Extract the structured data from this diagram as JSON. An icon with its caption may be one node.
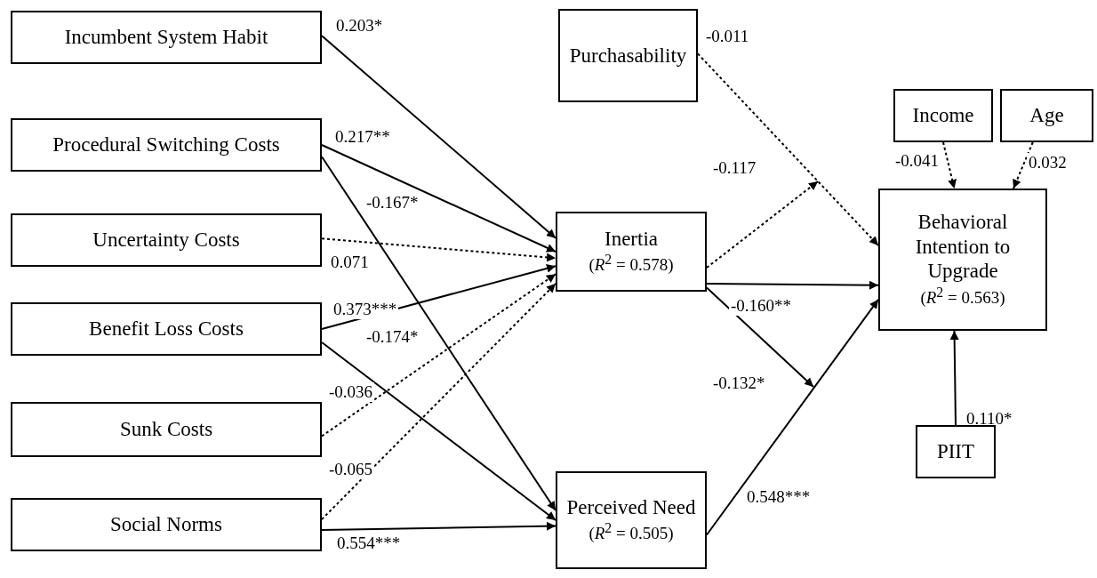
{
  "diagram": {
    "nodes": [
      {
        "text": [
          "Incumbent System Habit"
        ]
      },
      {
        "text": [
          "Procedural Switching Costs"
        ]
      },
      {
        "text": [
          "Uncertainty Costs"
        ]
      },
      {
        "text": [
          "Benefit Loss Costs"
        ]
      },
      {
        "text": [
          "Sunk Costs"
        ]
      },
      {
        "text": [
          "Social Norms"
        ]
      },
      {
        "text": [
          "Purchasability"
        ]
      },
      {
        "text": [
          "Inertia",
          "(*R*$^{2}$ = 0.578)"
        ]
      },
      {
        "text": [
          "Perceived Need",
          "(*R*$^{2}$ = 0.505)"
        ]
      },
      {
        "text": [
          "Income"
        ]
      },
      {
        "text": [
          "Age"
        ]
      },
      {
        "text": [
          "Behavioral Intention to Upgrade",
          "(*R*$^{2}$ = 0.563)"
        ]
      },
      {
        "text": [
          "PIIT"
        ]
      }
    ],
    "edges": [
      {
        "from": 0,
        "to": 7,
        "arrow": "to",
        "label": "0.203*"
      },
      {
        "from": 1,
        "to": 7,
        "arrow": "to",
        "label": "0.217**"
      },
      {
        "from": 1,
        "to": 8,
        "arrow": "to",
        "label": "-0.167*"
      },
      {
        "from": 2,
        "to": 7,
        "arrow": "to",
        "label": "0.071",
        "style": "dashed"
      },
      {
        "from": 3,
        "to": 7,
        "arrow": "to",
        "label": "0.373***"
      },
      {
        "from": 3,
        "to": 8,
        "arrow": "to",
        "label": "-0.174*"
      },
      {
        "from": 4,
        "to": 7,
        "arrow": "to",
        "label": "-0.036",
        "style": "dashed"
      },
      {
        "from": 5,
        "to": 7,
        "arrow": "to",
        "label": "-0.065",
        "style": "dashed"
      },
      {
        "from": 5,
        "to": 8,
        "arrow": "to",
        "label": "0.554***"
      },
      {
        "from": 6,
        "to": 11,
        "arrow": "to",
        "label": "-0.011",
        "style": "dashed"
      },
      {
        "from": 7,
        "to": null,
        "arrow": "to",
        "label": "-0.117",
        "style": "dashed"
      },
      {
        "from": 7,
        "to": 11,
        "arrow": "to",
        "label": "-0.160**"
      },
      {
        "from": 7,
        "to": null,
        "arrow": "to",
        "label": "-0.132*"
      },
      {
        "from": 8,
        "to": 11,
        "arrow": "to",
        "label": "0.548***"
      },
      {
        "from": 9,
        "to": 11,
        "arrow": "to",
        "label": "-0.041",
        "style": "dashed"
      },
      {
        "from": 10,
        "to": 11,
        "arrow": "to",
        "label": "0.032",
        "style": "dashed"
      },
      {
        "from": 12,
        "to": 11,
        "arrow": "to",
        "label": "0.110*"
      }
    ]
  }
}
